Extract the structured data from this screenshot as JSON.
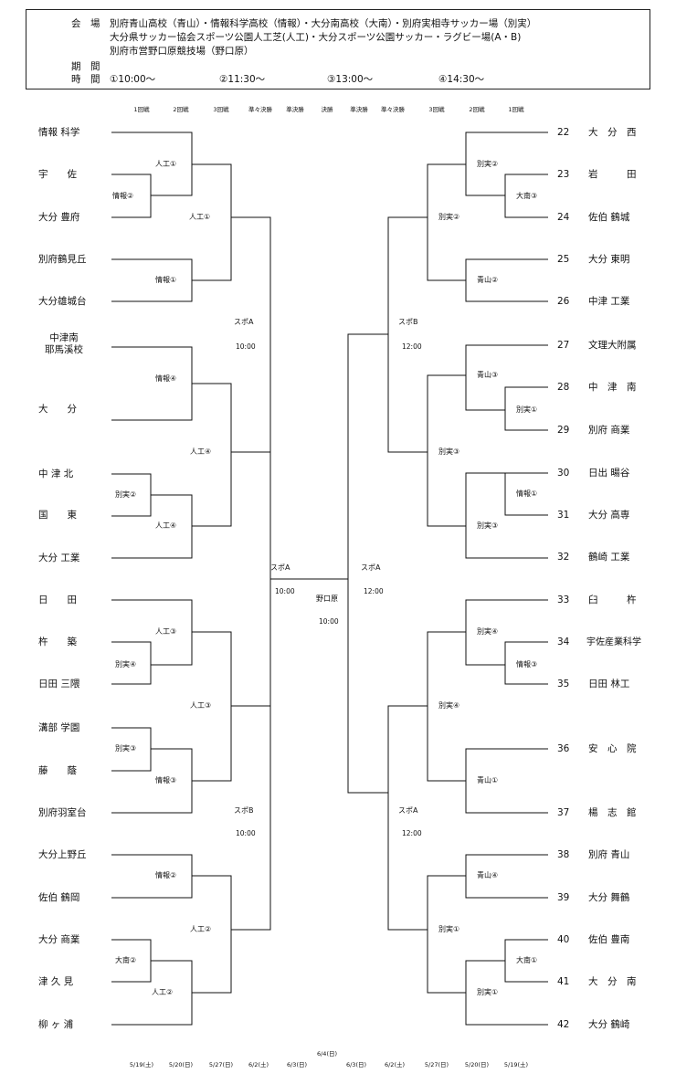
{
  "header": {
    "venue_label": "会　場",
    "venue_line1": "別府青山高校（青山）・情報科学高校（情報）・大分南高校（大南）・別府実相寺サッカー場（別実）",
    "venue_line2": "大分県サッカー協会スポーツ公園人工芝(人工)・大分スポーツ公園サッカー・ラグビー場(A・B)",
    "venue_line3": "別府市営野口原競技場（野口原）",
    "period_label": "期　間",
    "time_label": "時　間",
    "times": [
      "①10:00〜",
      "②11:30〜",
      "③13:00〜",
      "④14:30〜"
    ]
  },
  "round_labels": [
    "1回戦",
    "2回戦",
    "3回戦",
    "準々決勝",
    "準決勝",
    "決勝",
    "準決勝",
    "準々決勝",
    "3回戦",
    "2回戦",
    "1回戦"
  ],
  "left_teams": [
    "情報 科学",
    "宇　　佐",
    "大分 豊府",
    "別府鶴見丘",
    "大分雄城台",
    "中津南\n耶馬溪校",
    "大　　分",
    "中 津 北",
    "国　　東",
    "大分 工業",
    "日　　田",
    "杵　　築",
    "日田 三隈",
    "溝部 学園",
    "藤　　蔭",
    "別府羽室台",
    "大分上野丘",
    "佐伯 鶴岡",
    "大分 商業",
    "津 久 見",
    "柳 ヶ 浦"
  ],
  "right_numbers": [
    "22",
    "23",
    "24",
    "25",
    "26",
    "27",
    "28",
    "29",
    "30",
    "31",
    "32",
    "33",
    "34",
    "35",
    "36",
    "37",
    "38",
    "39",
    "40",
    "41",
    "42"
  ],
  "right_teams": [
    "大　分　西",
    "岩　　　田",
    "佐伯 鶴城",
    "大分 東明",
    "中津 工業",
    "文理大附属",
    "中　津　南",
    "別府 商業",
    "日出 暘谷",
    "大分 高専",
    "鶴崎 工業",
    "臼　　　杵",
    "宇佐産業科学",
    "日田 林工",
    "安　心　院",
    "楊　志　館",
    "別府 青山",
    "大分 舞鶴",
    "佐伯 豊南",
    "大　分　南",
    "大分 鶴崎"
  ],
  "match_labels": {
    "L_r1_a": "情報②",
    "L_r2_a": "人工①",
    "L_r2_b": "情報①",
    "L_r3_a": "人工①",
    "L_r2_c": "情報④",
    "L_r1_b": "別実②",
    "L_r2_d": "人工④",
    "L_r3_b": "人工④",
    "L_qf_a": "スポA",
    "L_qf_a_time": "10:00",
    "L_r2_e": "人工③",
    "L_r1_c": "別実④",
    "L_r1_d": "別実③",
    "L_r2_f": "情報③",
    "L_r3_c": "人工③",
    "L_r2_g": "情報②",
    "L_r1_e": "大南②",
    "L_r2_h": "人工②",
    "L_r3_d": "人工②",
    "L_qf_b": "スポB",
    "L_qf_b_time": "10:00",
    "L_sf": "スポA",
    "L_sf_time": "10:00",
    "final": "野口原",
    "final_time": "10:00",
    "R_sf": "スポA",
    "R_sf_time": "12:00",
    "R_r2_a": "別実②",
    "R_r1_a": "大南③",
    "R_r2_b": "青山②",
    "R_r3_a": "別実②",
    "R_qf_a": "スポB",
    "R_qf_a_time": "12:00",
    "R_r2_c": "青山③",
    "R_r1_b": "別実①",
    "R_r2_d": "情報①",
    "R_r1_c": "別実③",
    "R_r3_b": "別実③",
    "R_r2_e": "別実④",
    "R_r1_d": "情報③",
    "R_r2_f": "青山①",
    "R_r3_c": "別実④",
    "R_qf_b": "スポA",
    "R_qf_b_time": "12:00",
    "R_r2_g": "青山④",
    "R_r1_e": "大南①",
    "R_r2_h": "別実①",
    "R_r3_d": "別実①"
  },
  "bottom_dates": {
    "final_date": "6/4(日)",
    "dates": [
      "5/19(土)",
      "5/20(日)",
      "5/27(日)",
      "6/2(土)",
      "6/3(日)",
      "6/3(日)",
      "6/2(土)",
      "5/27(日)",
      "5/20(日)",
      "5/19(土)"
    ]
  },
  "colors": {
    "line": "#111111",
    "text": "#111111"
  }
}
